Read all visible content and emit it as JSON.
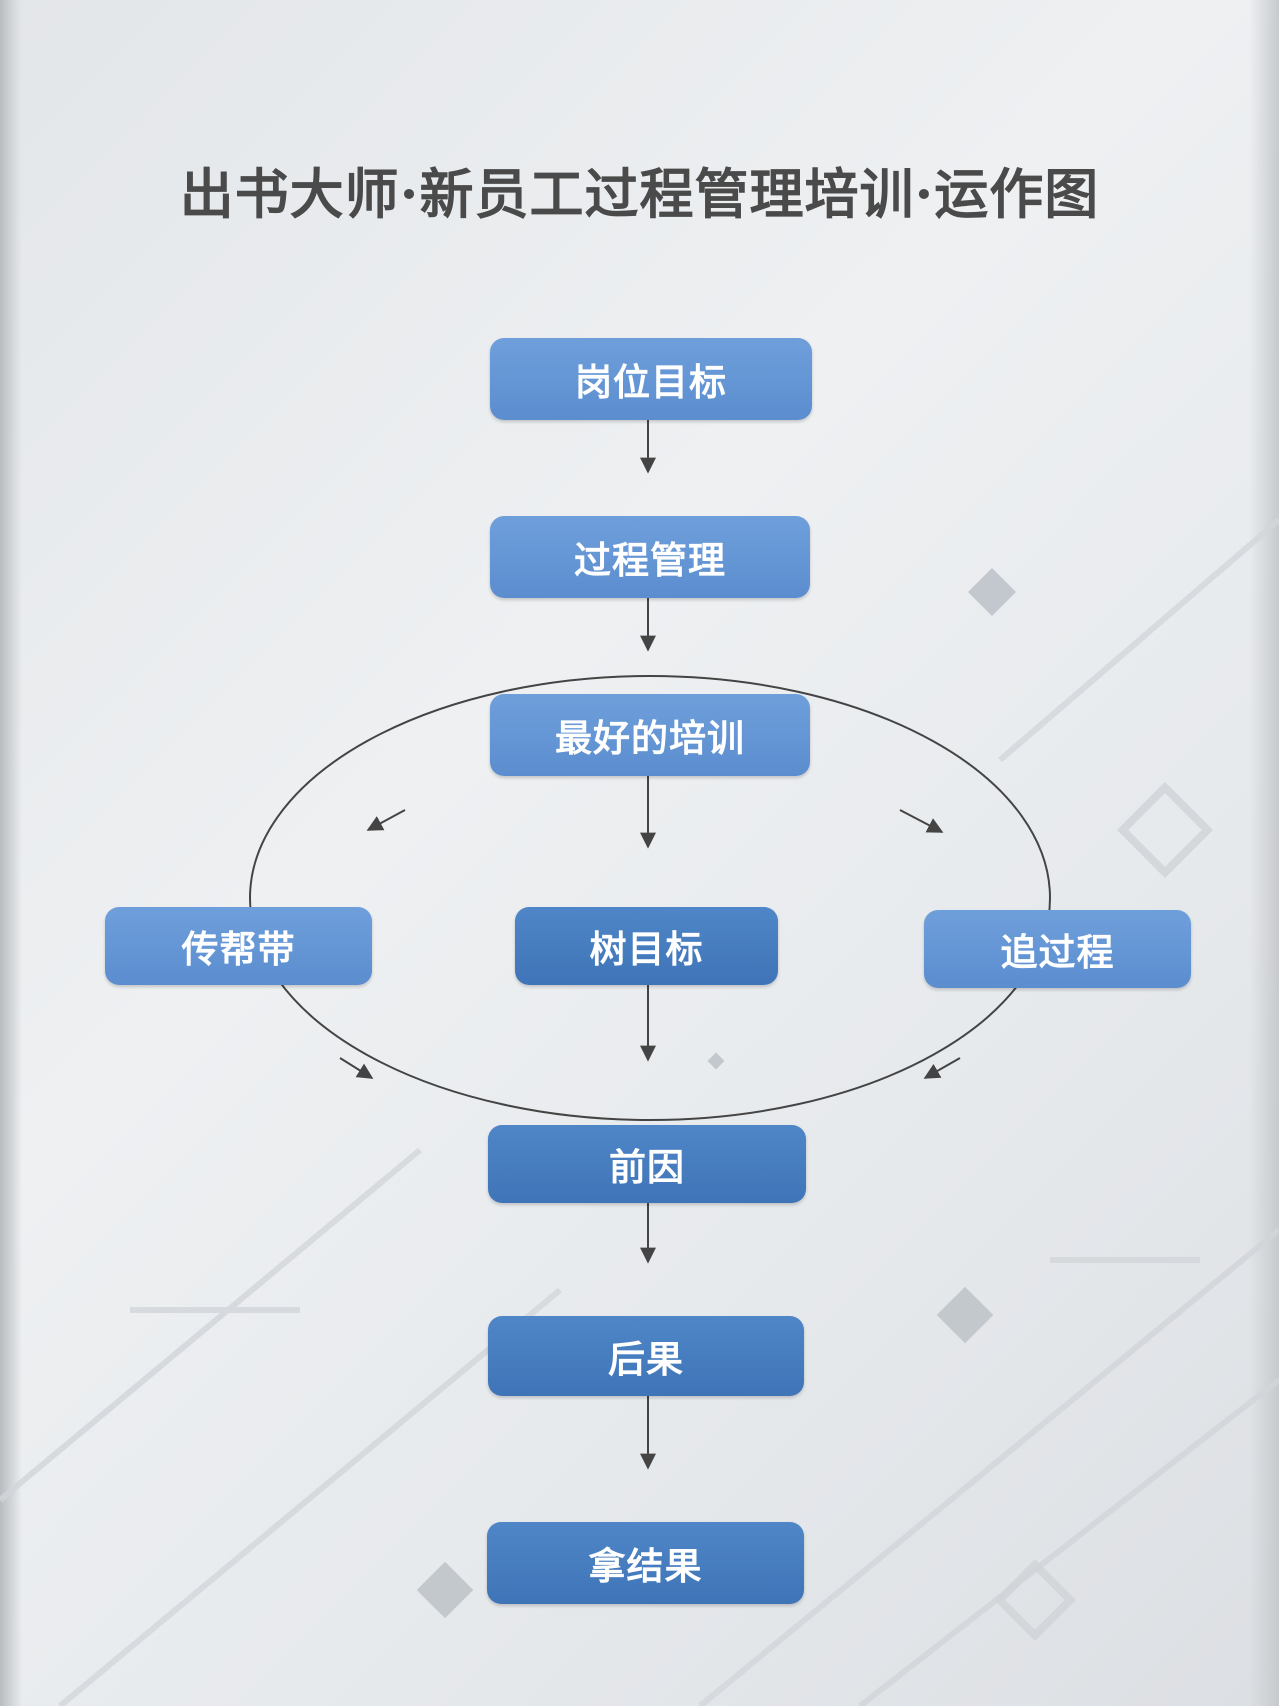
{
  "title": "出书大师·新员工过程管理培训·运作图",
  "nodes": {
    "goal": "岗位目标",
    "process": "过程管理",
    "training": "最好的培训",
    "mentor": "传帮带",
    "target": "树目标",
    "track": "追过程",
    "cause": "前因",
    "effect": "后果",
    "result": "拿结果"
  },
  "colors": {
    "node_light": "#5b8dcf",
    "node_dark": "#3f75b8",
    "line": "#444444",
    "title": "#4a4a4a"
  }
}
